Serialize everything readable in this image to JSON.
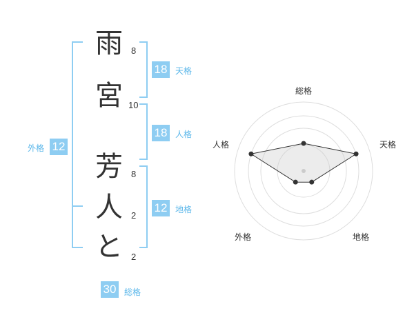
{
  "name_chars": [
    {
      "char": "雨",
      "strokes": "8"
    },
    {
      "char": "宮",
      "strokes": "10"
    },
    {
      "char": "芳",
      "strokes": "8"
    },
    {
      "char": "人",
      "strokes": "2"
    },
    {
      "char": "と",
      "strokes": "2"
    }
  ],
  "fortunes": {
    "tenkaku": {
      "label": "天格",
      "value": "18"
    },
    "jinkaku": {
      "label": "人格",
      "value": "18"
    },
    "chikaku": {
      "label": "地格",
      "value": "12"
    },
    "gaikaku": {
      "label": "外格",
      "value": "12"
    },
    "soukaku": {
      "label": "総格",
      "value": "30"
    }
  },
  "colors": {
    "accent": "#8ecdf2",
    "text": "#333333"
  },
  "chart_data": {
    "type": "radar",
    "axes": [
      "総格",
      "天格",
      "地格",
      "外格",
      "人格"
    ],
    "scale": [
      0,
      5
    ],
    "rings": 4,
    "series": [
      {
        "values": [
          2,
          4,
          1,
          1,
          4
        ]
      }
    ]
  }
}
